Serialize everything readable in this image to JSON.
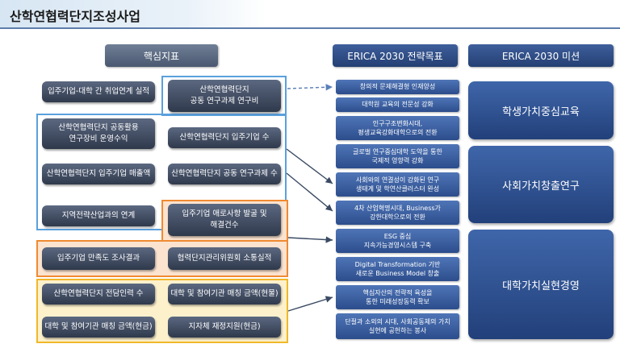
{
  "title": "산학연협력단지조성사업",
  "headers": {
    "indicators": "핵심지표",
    "goals": "ERICA 2030 전략목표",
    "missions": "ERICA 2030 미션"
  },
  "indicators": {
    "employment": "입주기업-대학 간 취업연계 실적",
    "joint_research_cost": "산학연협력단지\n공동 연구과제 연구비",
    "equipment_revenue": "산학연협력단지 공동활용\n연구장비 운영수익",
    "tenant_count": "산학연협력단지 입주기업 수",
    "tenant_sales": "산학연협력단지 입주기업 매출액",
    "joint_research_count": "산학연협력단지 공동 연구과제 수",
    "regional_link": "지역전략산업과의 연계",
    "difficulties": "입주기업 애로사항 발굴 및\n해결건수",
    "satisfaction": "입주기업 만족도 조사결과",
    "committee": "협력단지관리위원회 소통실적",
    "dedicated_staff": "산학연협력단지 전담인력 수",
    "matching_inkind": "대학 및 참여기관 매칭 금액(현물)",
    "matching_cash": "대학 및 참여기관 매칭 금액(현금)",
    "local_gov_support": "지자체 재정지원(현금)"
  },
  "goals": [
    "창의적 문제해결형 인재양성",
    "대학원 교육의 전문성 강화",
    "인구구조변화시대,\n평생교육강화대학으로의 전환",
    "글로벌 연구중심대학 도약을 통한\n국제적 영향력 강화",
    "사회와의 연결성이 강화된 연구\n생태계 및 학연산클러스터 완성",
    "4차 산업혁명시대, Business가\n강한대학으로의 전환",
    "ESG 중심\n지속가능경영시스템 구축",
    "Digital Transformation 기반\n새로운 Business Model 창출",
    "핵심자산의 전략적 육성을\n통한 미래성장동력 확보",
    "단절과 소외의 시대, 사회공동체의 가치\n실현에 공헌하는 봉사"
  ],
  "missions": [
    "학생가치중심교육",
    "사회가치창출연구",
    "대학가치실현경영"
  ],
  "colors": {
    "frame_blue": "#5aa0dd",
    "frame_orange": "#f08a32",
    "frame_yellow": "#f0b82a",
    "connector": "#3a4a63",
    "dashed_connector": "#5b7fb8"
  }
}
